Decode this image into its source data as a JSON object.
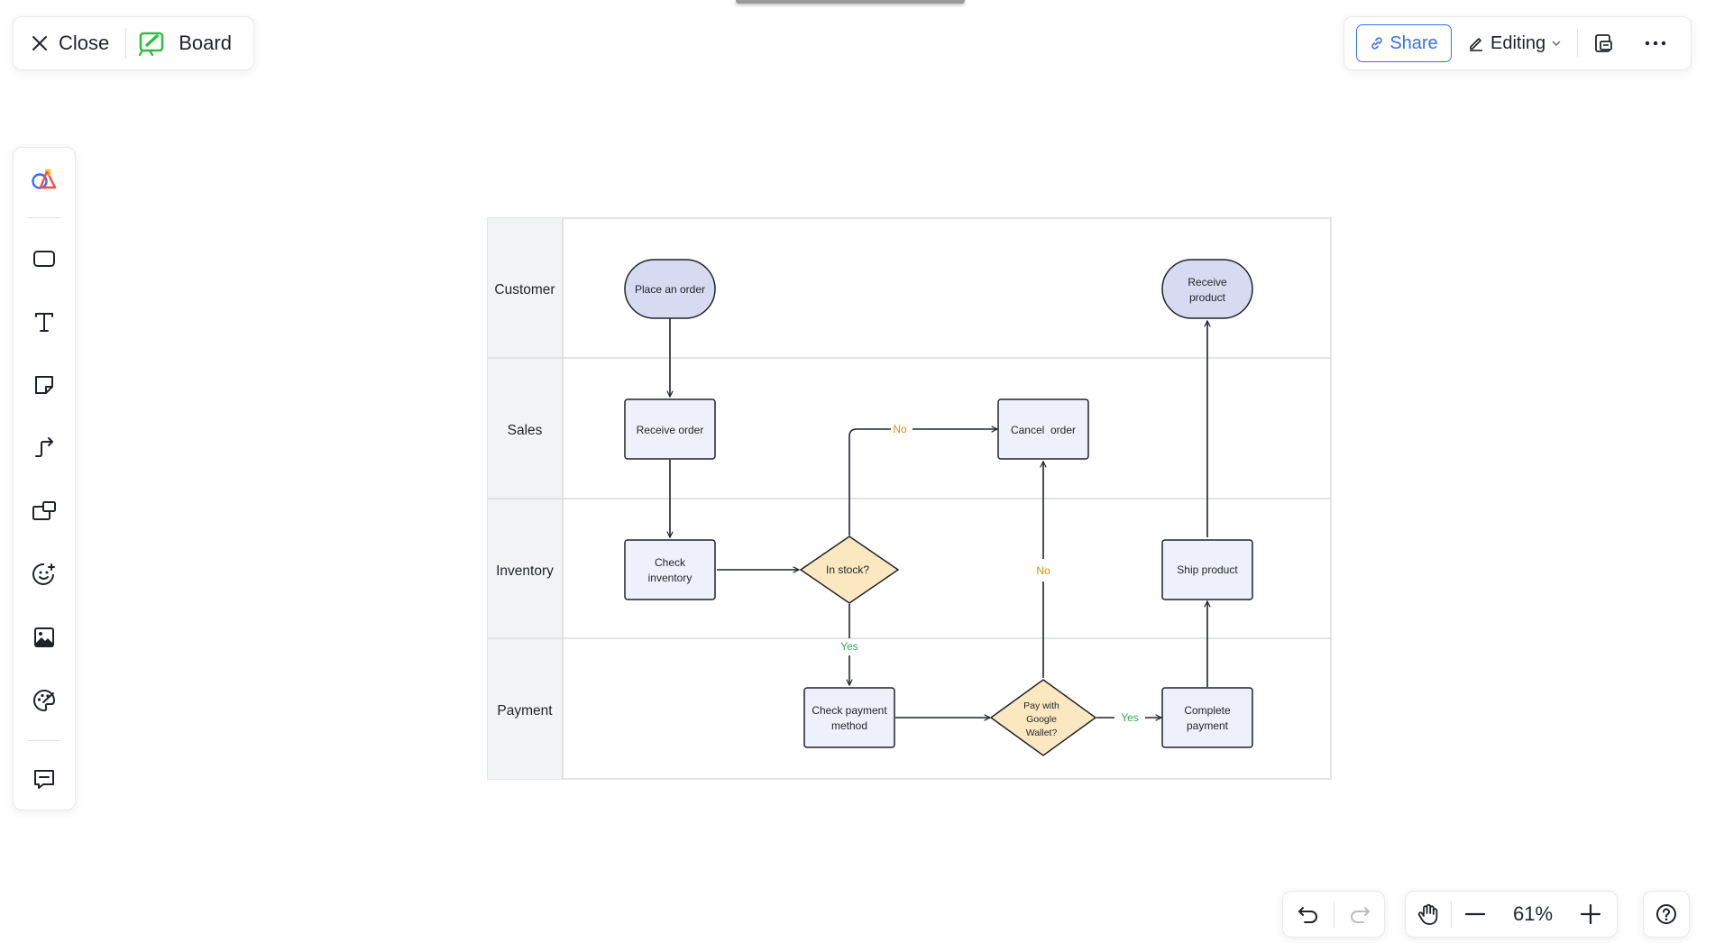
{
  "app": {
    "close_label": "Close",
    "board_label": "Board",
    "share_label": "Share",
    "editing_label": "Editing",
    "zoom_level": "61%"
  },
  "toolbar": {
    "items": [
      {
        "icon": "shapes-icon"
      },
      {
        "icon": "rectangle-icon"
      },
      {
        "icon": "text-icon"
      },
      {
        "icon": "sticky-note-icon"
      },
      {
        "icon": "connector-icon"
      },
      {
        "icon": "frame-icon"
      },
      {
        "icon": "sticker-icon"
      },
      {
        "icon": "image-icon"
      },
      {
        "icon": "palette-icon"
      },
      {
        "icon": "comment-icon"
      }
    ]
  },
  "colors": {
    "accent": "#3370ff",
    "board_green": "#2fbd42",
    "terminal_fill": "#d8daf2",
    "process_fill": "#eef0fb",
    "decision_fill": "#fbe8c0",
    "yes_color": "#34a853",
    "no_color": "#de8d00"
  },
  "diagram": {
    "lanes": [
      "Customer",
      "Sales",
      "Inventory",
      "Payment"
    ],
    "nodes": {
      "place_order": [
        "Place an order"
      ],
      "receive_product": [
        "Receive",
        "product"
      ],
      "receive_order": [
        "Receive order"
      ],
      "cancel_order": [
        "Cancel  order"
      ],
      "check_inventory": [
        "Check",
        "inventory"
      ],
      "in_stock": [
        "In stock?"
      ],
      "ship_product": [
        "Ship product"
      ],
      "check_payment": [
        "Check payment",
        "method"
      ],
      "pay_google": [
        "Pay with",
        "Google",
        "Wallet?"
      ],
      "complete_payment": [
        "Complete",
        "payment"
      ]
    },
    "edge_labels": {
      "instock_no": "No",
      "instock_yes": "Yes",
      "pay_no": "No",
      "pay_yes": "Yes"
    }
  }
}
